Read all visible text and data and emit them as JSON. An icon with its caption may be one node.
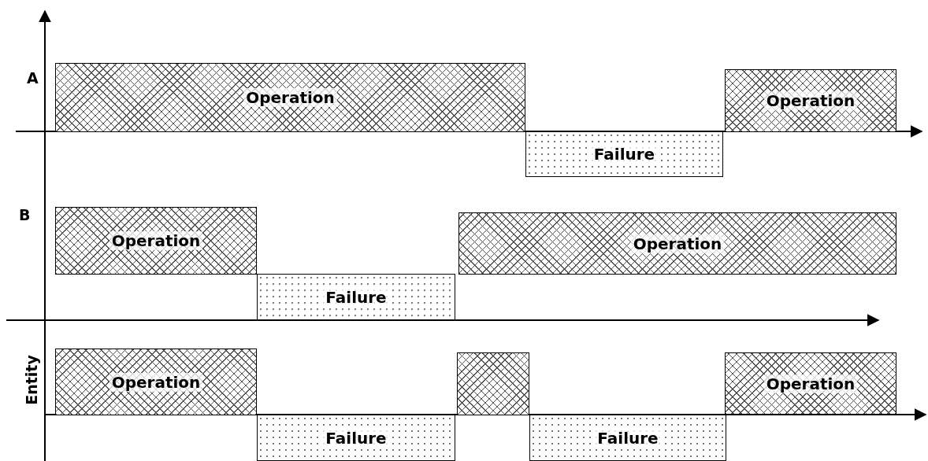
{
  "diagram": {
    "nodes": [
      {
        "text": [
          "Operation"
        ]
      },
      {
        "text": [
          "Operation"
        ]
      },
      {
        "text": [
          "Failure"
        ]
      },
      {
        "text": [
          "Operation"
        ]
      },
      {
        "text": [
          "Operation"
        ]
      },
      {
        "text": [
          "Failure"
        ]
      },
      {
        "text": [
          "Operation"
        ]
      },
      {
        "text": [],
        "shape": "box"
      },
      {
        "text": [
          "Operation"
        ]
      },
      {
        "text": [
          "Failure"
        ]
      },
      {
        "text": [
          "Failure"
        ]
      }
    ],
    "labels": [
      "A",
      "B",
      "Entity"
    ]
  }
}
